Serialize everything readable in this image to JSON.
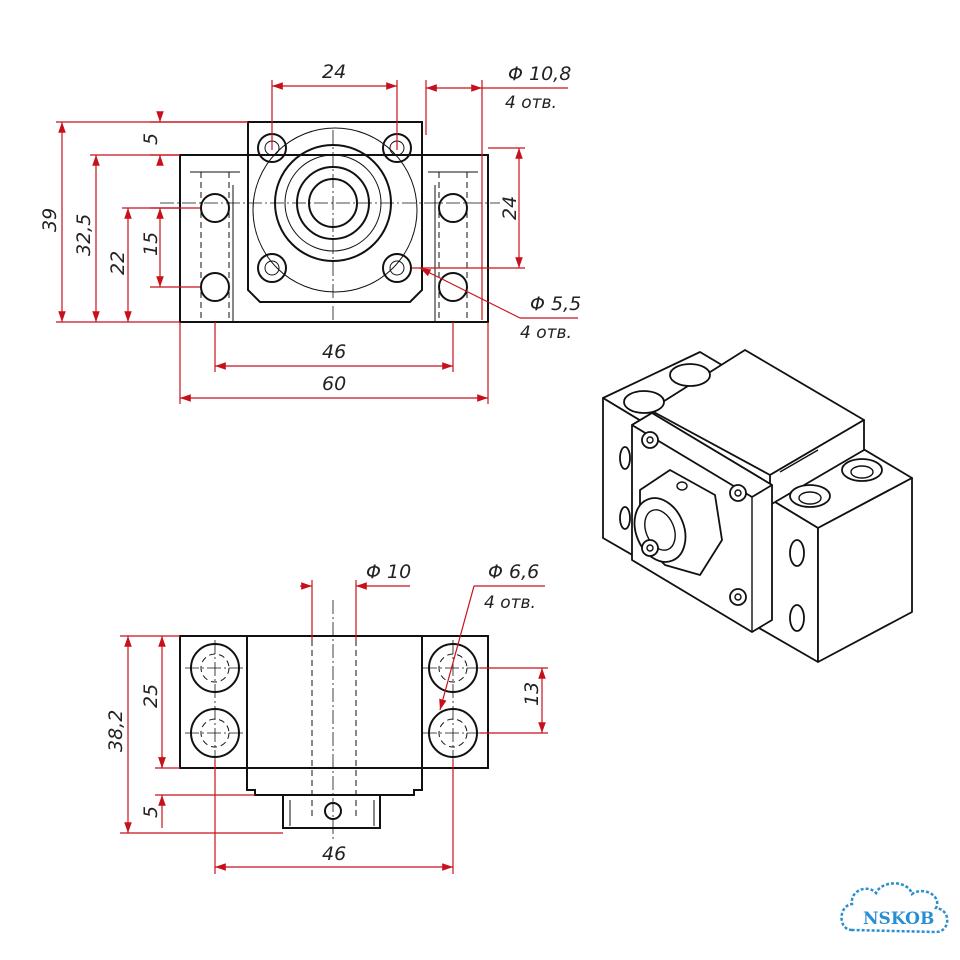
{
  "drawing": {
    "top_view": {
      "dim_24_top": "24",
      "dim_hole_large": "Φ 10,8",
      "dim_hole_large_qty": "4 отв.",
      "dim_5": "5",
      "dim_24_right": "24",
      "dim_39": "39",
      "dim_32_5": "32,5",
      "dim_22": "22",
      "dim_15": "15",
      "dim_hole_small": "Φ 5,5",
      "dim_hole_small_qty": "4 отв.",
      "dim_46": "46",
      "dim_60": "60"
    },
    "front_view": {
      "dim_bore": "Φ 10",
      "dim_hole": "Φ 6,6",
      "dim_hole_qty": "4 отв.",
      "dim_38_2": "38,2",
      "dim_25": "25",
      "dim_13": "13",
      "dim_5": "5",
      "dim_46": "46"
    }
  },
  "brand": {
    "logo_text": "NSKOB",
    "logo_color": "#2a8fd0"
  },
  "colors": {
    "dimension": "#c8101a",
    "outline": "#111111"
  }
}
